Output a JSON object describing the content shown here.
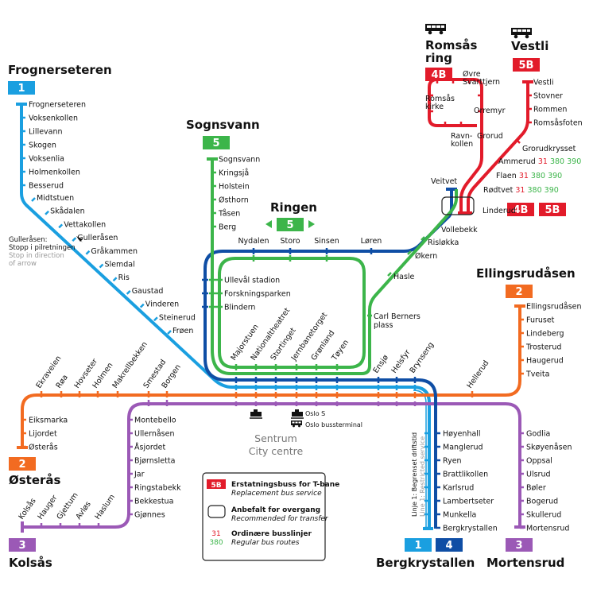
{
  "colors": {
    "line1": "#1a9fe0",
    "line2": "#f26b21",
    "line3": "#9b59b6",
    "line4": "#0f4ea5",
    "line5": "#3cb54a",
    "bus_replacement": "#e21b2a",
    "regular_bus": "#3cb54a"
  },
  "termini": {
    "frognerseteren": {
      "name": "Frognerseteren",
      "line": "1"
    },
    "sognsvann": {
      "name": "Sognsvann",
      "line": "5"
    },
    "ringen": {
      "name": "Ringen",
      "line": "5"
    },
    "romsas_ring": {
      "name_line1": "Romsås",
      "name_line2": "ring",
      "line": "4B"
    },
    "vestli": {
      "name": "Vestli",
      "line": "5B"
    },
    "ellingsrudasen": {
      "name": "Ellingsrudåsen",
      "line": "2"
    },
    "osteras": {
      "name": "Østerås",
      "line": "2"
    },
    "kolsas": {
      "name": "Kolsås",
      "line": "3"
    },
    "bergkrystallen": {
      "name": "Bergkrystallen",
      "lines": [
        "1",
        "4"
      ]
    },
    "mortensrud": {
      "name": "Mortensrud",
      "line": "3"
    }
  },
  "stations": {
    "line1_branch": [
      "Frognerseteren",
      "Voksenkollen",
      "Lillevann",
      "Skogen",
      "Voksenlia",
      "Holmenkollen",
      "Besserud"
    ],
    "line1_diag": [
      "Midtstuen",
      "Skådalen",
      "Vettakollen",
      "Gulleråsen",
      "Gråkammen",
      "Slemdal",
      "Ris",
      "Gaustad",
      "Vinderen",
      "Steinerud",
      "Frøen"
    ],
    "line5_branch": [
      "Sognsvann",
      "Kringsjå",
      "Holstein",
      "Østhorn",
      "Tåsen",
      "Berg"
    ],
    "ring_top": [
      "Nydalen",
      "Storo",
      "Sinsen",
      "Løren"
    ],
    "ring_west": [
      "Ullevål stadion",
      "Forskningsparken",
      "Blindern"
    ],
    "ring_east": {
      "hasle": "Hasle",
      "carl_berners_1": "Carl Berners",
      "carl_berners_2": "plass",
      "okern": "Økern",
      "rislokka": "Risløkka",
      "vollebekk": "Vollebekk",
      "veitvet": "Veitvet",
      "linderud": "Linderud"
    },
    "city": [
      "Majorstuen",
      "Nationaltheatret",
      "Stortinget",
      "Jernbanetorget",
      "Grønland",
      "Tøyen"
    ],
    "east_common": [
      "Ensjø",
      "Helsfyr",
      "Brynseng"
    ],
    "line2_west": [
      "Ekraveien",
      "Røa",
      "Hovseter",
      "Holmen",
      "Makrellbekken",
      "Smestad",
      "Borgen"
    ],
    "line2_osteras": [
      "Eiksmarka",
      "Lijordet",
      "Østerås"
    ],
    "line2_east": [
      "Hellerud"
    ],
    "line2_branch": [
      "Ellingsrudåsen",
      "Furuset",
      "Lindeberg",
      "Trosterud",
      "Haugerud",
      "Tveita"
    ],
    "line3_west": [
      "Montebello",
      "Ullernåsen",
      "Åsjordet",
      "Bjørnsletta",
      "Jar",
      "Ringstabekk",
      "Bekkestua",
      "Gjønnes"
    ],
    "line3_kolsas": [
      "Kolsås",
      "Hauger",
      "Gjettum",
      "Avløs",
      "Haslum"
    ],
    "line3_east": [
      "Godlia",
      "Skøyenåsen",
      "Oppsal",
      "Ulsrud",
      "Bøler",
      "Bogerud",
      "Skullerud",
      "Mortensrud"
    ],
    "line14_south": [
      "Høyenhall",
      "Manglerud",
      "Ryen",
      "Brattlikollen",
      "Karlsrud",
      "Lambertseter",
      "Munkella",
      "Bergkrystallen"
    ],
    "romsas": {
      "ovre_1": "Øvre",
      "ovre_2": "Svarttjern",
      "kirke_1": "Romsås",
      "kirke_2": "kirke",
      "orremyr": "Orremyr",
      "ravn_1": "Ravn-",
      "ravn_2": "kollen",
      "grorud": "Grorud"
    },
    "vestli_branch": [
      "Vestli",
      "Stovner",
      "Rommen",
      "Romsåsfoten",
      "Grorudkrysset"
    ],
    "bus_stops": [
      {
        "name": "Ammerud",
        "red": "31",
        "green": "380 390"
      },
      {
        "name": "Flaen",
        "red": "31",
        "green": "380 390"
      },
      {
        "name": "Rødtvet",
        "red": "31",
        "green": "380 390"
      }
    ]
  },
  "linderud_badges": [
    "4B",
    "5B"
  ],
  "notes": {
    "gulleraasen_1": "Gulleråsen:",
    "gulleraasen_2": "Stopp i pilretningen",
    "gulleraasen_3": "Stop in direction",
    "gulleraasen_4": "of arrow",
    "restricted_no": "Linje 1: Begrenset driftstid",
    "restricted_en": "Line 1: Restricted service"
  },
  "centre": {
    "title_no": "Sentrum",
    "title_en": "City centre",
    "oslo_s": "Oslo S",
    "bus_terminal": "Oslo bussterminal"
  },
  "legend": {
    "badge": "5B",
    "replacement_no": "Erstatningsbuss for T-bane",
    "replacement_en": "Replacement bus service",
    "transfer_no": "Anbefalt for overgang",
    "transfer_en": "Recommended for transfer",
    "bus_red": "31",
    "bus_green": "380",
    "regular_no": "Ordinære busslinjer",
    "regular_en": "Regular bus routes"
  }
}
